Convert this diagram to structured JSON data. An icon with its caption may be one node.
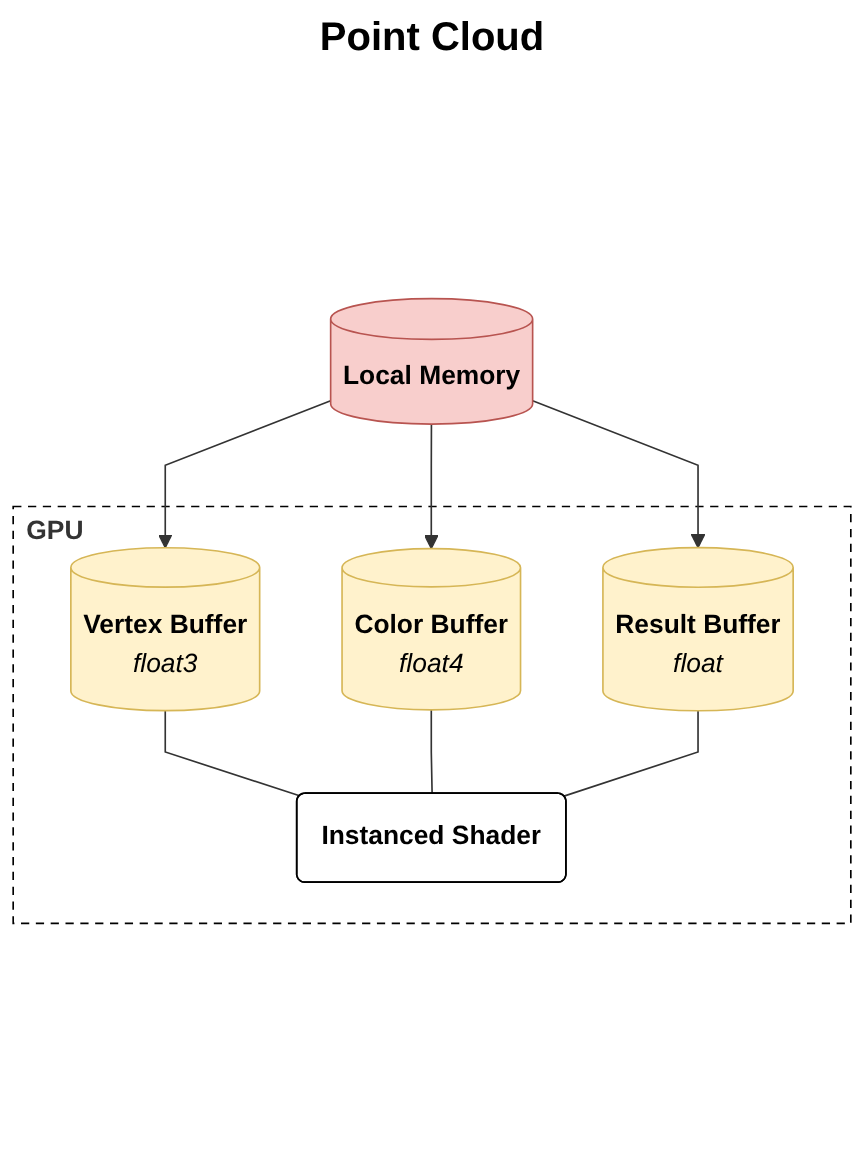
{
  "diagram": {
    "title": "Point Cloud",
    "nodes": [
      {
        "text": [
          "Local Memory"
        ]
      },
      {
        "text": [
          "GPU"
        ]
      },
      {
        "text": [
          "Vertex Buffer",
          "float3"
        ],
        "in": 1
      },
      {
        "text": [
          "Color Buffer",
          "float4"
        ],
        "in": 1
      },
      {
        "text": [
          "Result Buffer",
          "float"
        ],
        "in": 1
      },
      {
        "text": [
          "Instanced Shader"
        ],
        "in": 1
      }
    ],
    "edges": [
      {
        "from": 0,
        "to": 2,
        "arrow": "to"
      },
      {
        "from": 0,
        "to": 3,
        "arrow": "to"
      },
      {
        "from": 0,
        "to": 4,
        "arrow": "to"
      },
      {
        "from": 2,
        "to": 5,
        "arrow": "none"
      },
      {
        "from": 3,
        "to": 5,
        "arrow": "none"
      },
      {
        "from": 4,
        "to": 5,
        "arrow": "none"
      }
    ]
  }
}
